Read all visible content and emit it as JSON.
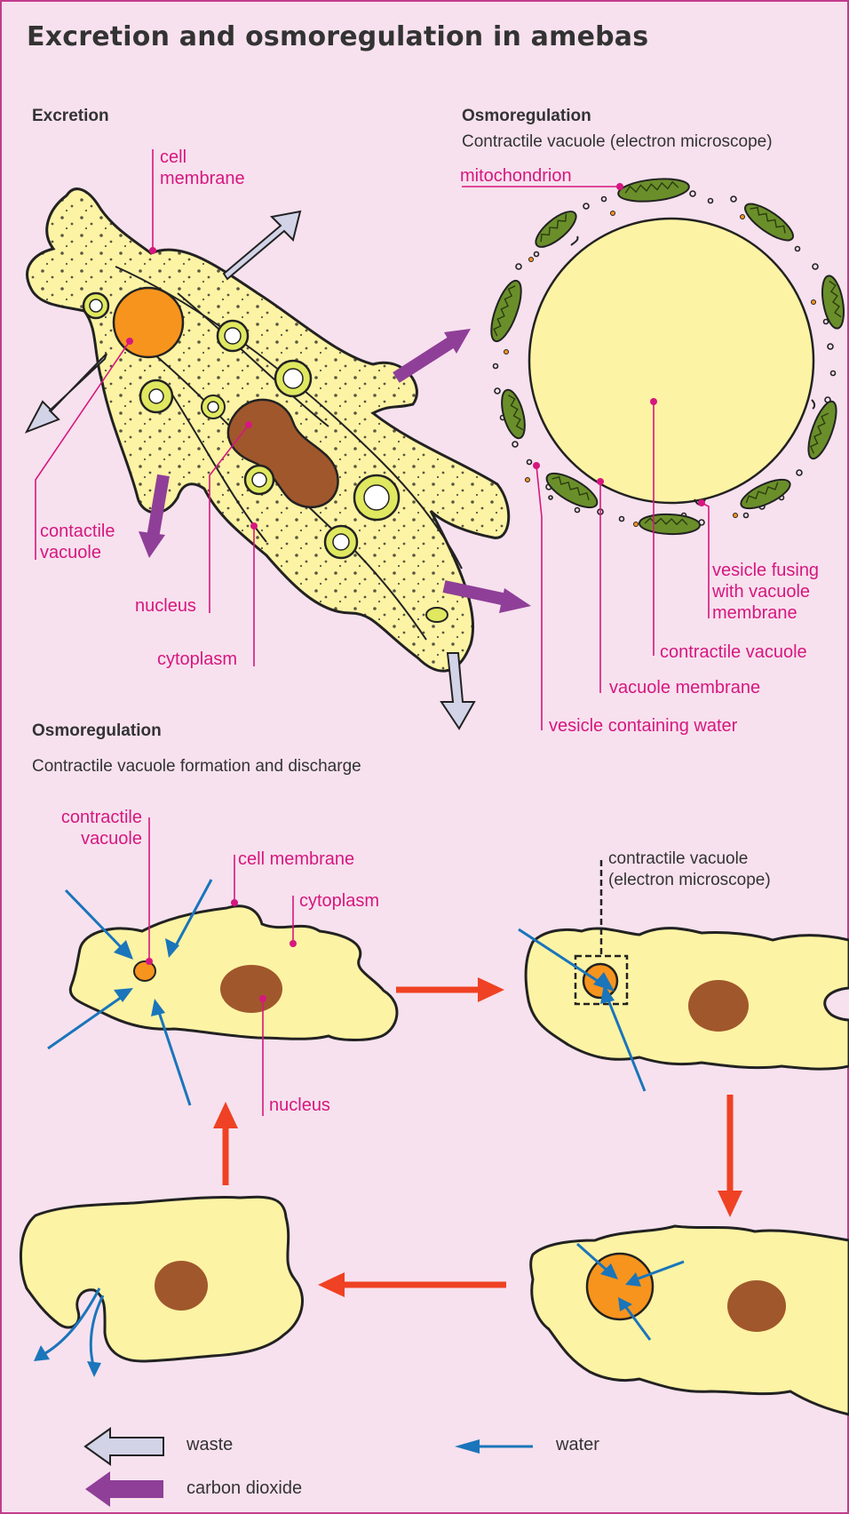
{
  "title": "Excretion and osmoregulation in amebas",
  "excretion": {
    "heading": "Excretion",
    "labels": {
      "cell_membrane": "cell\nmembrane",
      "contractile_vacuole": "contactile\nvacuole",
      "nucleus": "nucleus",
      "cytoplasm": "cytoplasm"
    }
  },
  "osmoregulation_em": {
    "heading": "Osmoregulation",
    "subheading": "Contractile vacuole (electron microscope)",
    "labels": {
      "mitochondrion": "mitochondrion",
      "vesicle_fusing": "vesicle fusing\nwith vacuole\nmembrane",
      "contractile_vacuole": "contractile vacuole",
      "vacuole_membrane": "vacuole membrane",
      "vesicle_water": "vesicle containing water"
    }
  },
  "osmoregulation_cycle": {
    "heading": "Osmoregulation",
    "subheading": "Contractile vacuole formation and discharge",
    "labels": {
      "contractile_vacuole": "contractile\nvacuole",
      "cell_membrane": "cell membrane",
      "cytoplasm": "cytoplasm",
      "nucleus": "nucleus",
      "cv_em": "contractile vacuole\n(electron microscope)"
    }
  },
  "legend": {
    "waste": "waste",
    "carbon_dioxide": "carbon dioxide",
    "water": "water"
  },
  "colors": {
    "background": "#f7e1ee",
    "border": "#c13c8c",
    "label_magenta": "#d6177f",
    "cytoplasm_yellow": "#fdf3a4",
    "nucleus_brown": "#a0572c",
    "vacuole_orange": "#f7941d",
    "waste_arrow": "#d3d3e8",
    "co2_arrow": "#8f3f98",
    "water_arrow": "#1a75bb",
    "cycle_arrow": "#ef4123",
    "mitochondrion_green": "#6a8f2a"
  }
}
